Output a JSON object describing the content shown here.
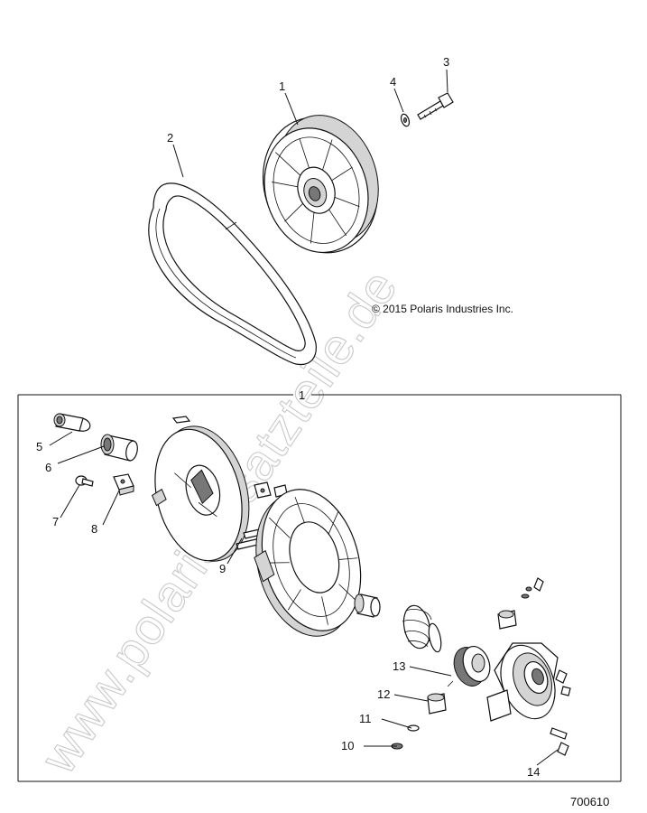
{
  "copyright": "© 2015 Polaris Industries Inc.",
  "watermark": "www.polarisersatzteile.de",
  "diagram_number": "700610",
  "group_label": "1",
  "callouts": [
    {
      "id": "callout-1",
      "label": "1"
    },
    {
      "id": "callout-2",
      "label": "2"
    },
    {
      "id": "callout-3",
      "label": "3"
    },
    {
      "id": "callout-4",
      "label": "4"
    },
    {
      "id": "callout-5",
      "label": "5"
    },
    {
      "id": "callout-6",
      "label": "6"
    },
    {
      "id": "callout-7",
      "label": "7"
    },
    {
      "id": "callout-8",
      "label": "8"
    },
    {
      "id": "callout-9",
      "label": "9"
    },
    {
      "id": "callout-10",
      "label": "10"
    },
    {
      "id": "callout-11",
      "label": "11"
    },
    {
      "id": "callout-12",
      "label": "12"
    },
    {
      "id": "callout-13",
      "label": "13"
    },
    {
      "id": "callout-14",
      "label": "14"
    }
  ]
}
